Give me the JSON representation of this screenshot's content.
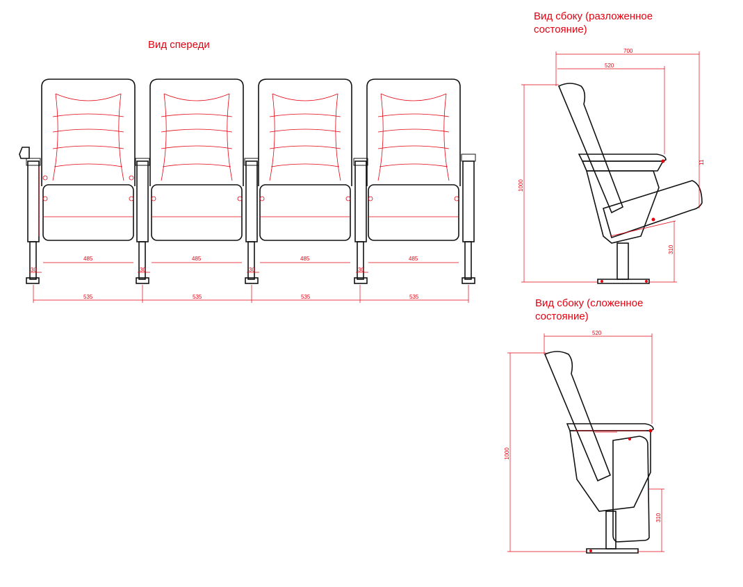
{
  "captions": {
    "front": "Вид спереди",
    "side_open": "Вид сбоку (разложенное\nсостояние)",
    "side_folded": "Вид сбоку (сложенное\nсостояние)"
  },
  "dims": {
    "seat_width": "485",
    "spacing": "535",
    "armrest": "30",
    "depth_open": "700",
    "depth": "520",
    "height": "1000",
    "seat_height": "310",
    "side_mark": "11"
  },
  "colors": {
    "drawing": "#111111",
    "dimension": "#e4000f"
  }
}
